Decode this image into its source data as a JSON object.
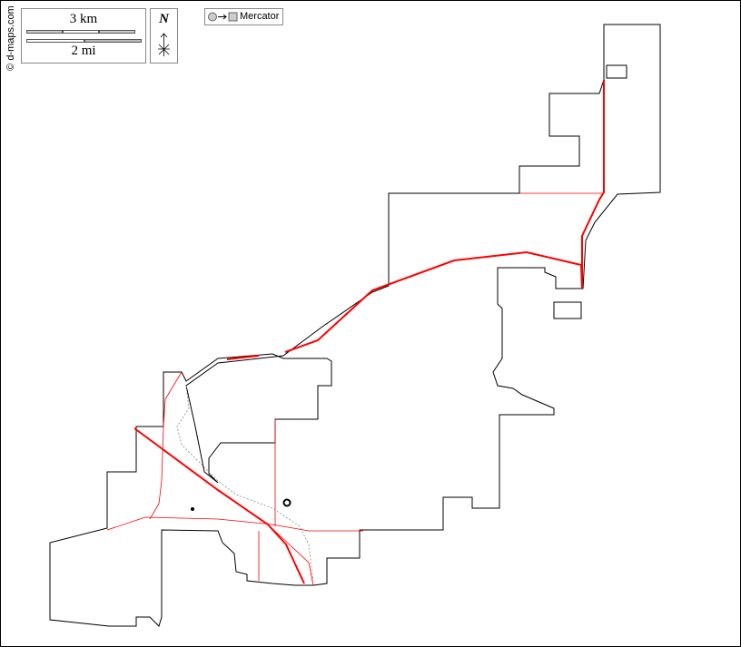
{
  "credit": "© d-maps.com",
  "scale": {
    "km_label": "3 km",
    "mi_label": "2 mi"
  },
  "north_arrow": {
    "label": "N"
  },
  "projection": {
    "label": "Mercator",
    "icon": "circle-to-square-icon"
  },
  "colors": {
    "boundary": "#000000",
    "roads": "#ff0000",
    "water": "#888888"
  }
}
